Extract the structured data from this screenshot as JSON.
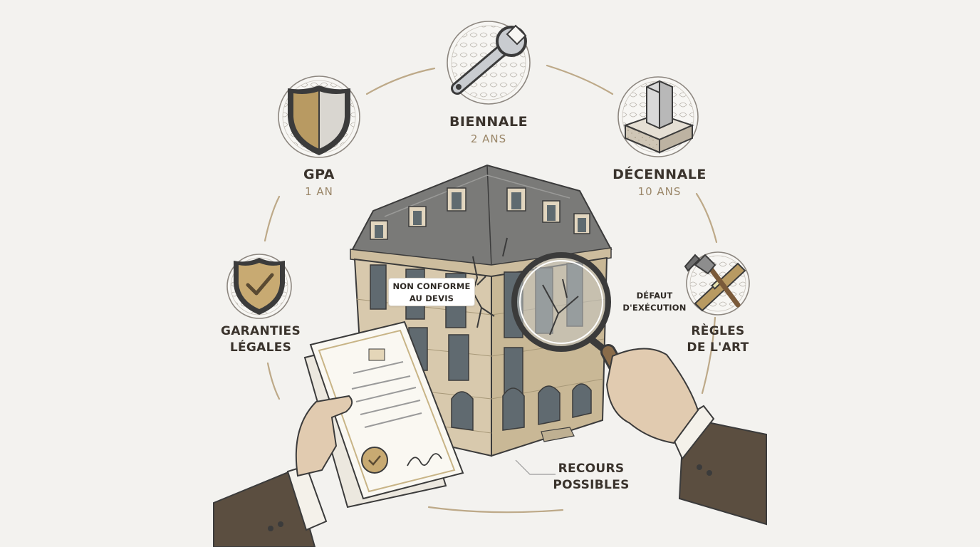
{
  "colors": {
    "background": "#f3f2ef",
    "ring": "#bda988",
    "heading_text": "#3a332c",
    "subtitle_text": "#9a8668",
    "building_stone": "#d8c9ad",
    "roof_slate": "#6e6e6e",
    "gold_accent": "#b89a62",
    "sleeve": "#5b4e40"
  },
  "icons": {
    "biennale": "wrench-icon",
    "decennale": "pillar-foundation-icon",
    "gpa": "shield-icon",
    "garanties": "shield-check-icon",
    "regles": "hammer-level-icon",
    "inspection": "magnifying-glass-icon"
  },
  "cycle": {
    "biennale": {
      "title": "BIENNALE",
      "subtitle": "2 ANS"
    },
    "decennale": {
      "title": "DÉCENNALE",
      "subtitle": "10 ANS"
    },
    "gpa": {
      "title": "GPA",
      "subtitle": "1 AN"
    },
    "garanties": {
      "line1": "GARANTIES",
      "line2": "LÉGALES"
    },
    "regles": {
      "line1": "RÈGLES",
      "line2": "DE L'ART"
    },
    "recours": {
      "line1": "RECOURS",
      "line2": "POSSIBLES"
    }
  },
  "annotations": {
    "non_conforme": {
      "line1": "NON CONFORME",
      "line2": "AU DEVIS"
    },
    "defaut": {
      "line1": "DÉFAUT",
      "line2": "D'EXÉCUTION"
    }
  }
}
